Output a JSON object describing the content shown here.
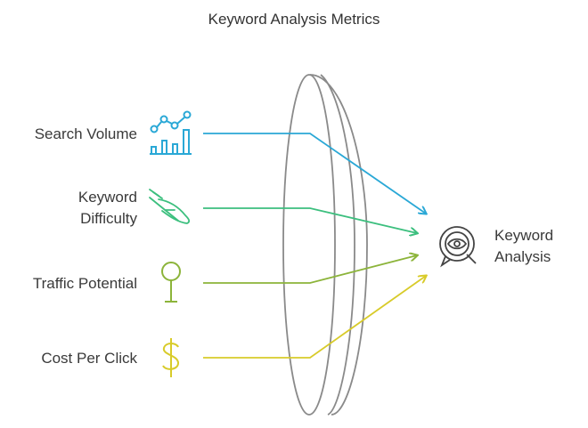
{
  "title": "Keyword Analysis Metrics",
  "inputs": [
    {
      "label": "Search Volume",
      "icon": "bar-chart-trend-icon",
      "color": "#2aa8d6"
    },
    {
      "label_line1": "Keyword",
      "label_line2": "Difficulty",
      "icon": "climbing-icon",
      "color": "#3cbf7e"
    },
    {
      "label": "Traffic Potential",
      "icon": "lollipop-icon",
      "color": "#8cb43a"
    },
    {
      "label": "Cost Per Click",
      "icon": "dollar-icon",
      "color": "#d8cb2a"
    }
  ],
  "output": {
    "label_line1": "Keyword",
    "label_line2": "Analysis",
    "icon": "eye-search-icon",
    "color": "#444444"
  },
  "lens_color": "#8a8a8a"
}
